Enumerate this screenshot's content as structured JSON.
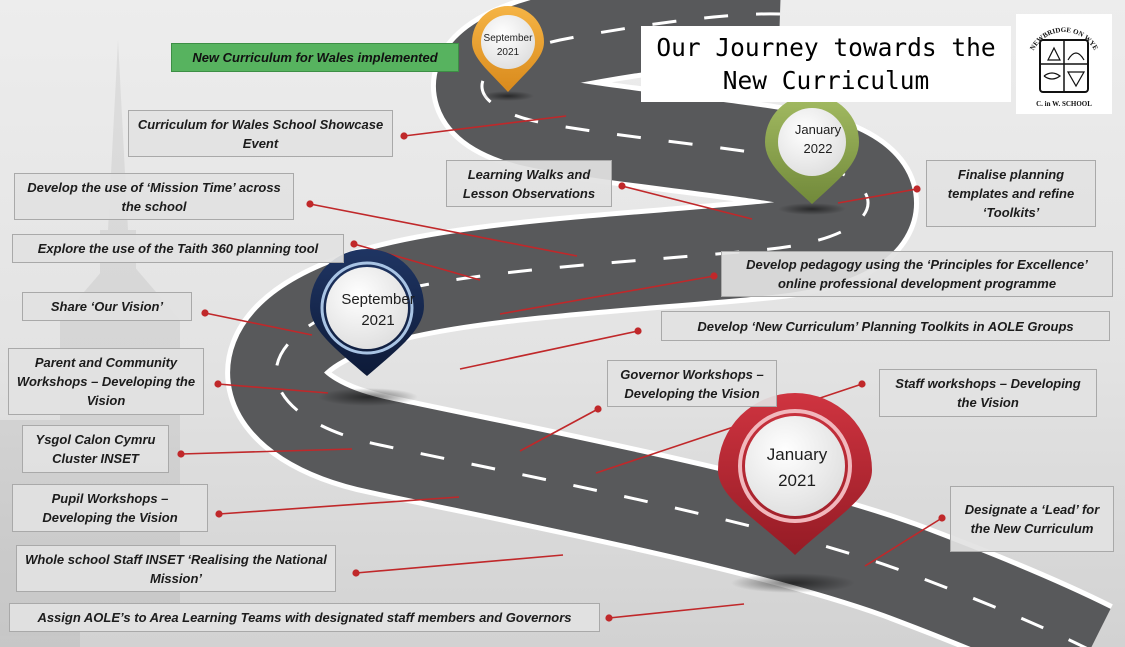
{
  "title": {
    "line1": "Our Journey towards the",
    "line2": "New Curriculum"
  },
  "logo": {
    "top_text": "NEWBRIDGE ON WYE",
    "bottom_text": "C. in W. SCHOOL",
    "icon": "school-crest-icon"
  },
  "pins": [
    {
      "id": "sep2021-small",
      "month": "September",
      "year": "2021",
      "color": "#f0a330"
    },
    {
      "id": "jan2022",
      "month": "January",
      "year": "2022",
      "color": "#8fa94e"
    },
    {
      "id": "sep2021-large",
      "month": "September",
      "year": "2021",
      "color": "#13244a"
    },
    {
      "id": "jan2021",
      "month": "January",
      "year": "2021",
      "color": "#b3242f"
    }
  ],
  "milestones": [
    {
      "id": "new-curriculum-implemented",
      "text": "New Curriculum for Wales implemented"
    },
    {
      "id": "showcase-event",
      "text": "Curriculum for Wales School Showcase Event"
    },
    {
      "id": "learning-walks",
      "text": "Learning Walks and Lesson Observations"
    },
    {
      "id": "finalise-planning",
      "text": "Finalise planning templates and refine ‘Toolkits’"
    },
    {
      "id": "mission-time",
      "text": "Develop the use of ‘Mission Time’ across the school"
    },
    {
      "id": "taith-360",
      "text": "Explore the use of the Taith 360 planning tool"
    },
    {
      "id": "principles-excellence",
      "text": "Develop pedagogy using the ‘Principles for Excellence’ online professional development programme"
    },
    {
      "id": "share-vision",
      "text": "Share ‘Our Vision’"
    },
    {
      "id": "planning-toolkits",
      "text": "Develop ‘New Curriculum’ Planning Toolkits in AOLE Groups"
    },
    {
      "id": "parent-community",
      "text": "Parent and Community Workshops – Developing the Vision"
    },
    {
      "id": "governor-workshops",
      "text": "Governor Workshops – Developing the Vision"
    },
    {
      "id": "staff-workshops",
      "text": "Staff workshops – Developing the Vision"
    },
    {
      "id": "ysgol-calon",
      "text": "Ysgol Calon Cymru Cluster INSET"
    },
    {
      "id": "pupil-workshops",
      "text": "Pupil Workshops – Developing the Vision"
    },
    {
      "id": "designate-lead",
      "text": "Designate a ‘Lead’ for the New Curriculum"
    },
    {
      "id": "staff-inset",
      "text": "Whole school Staff INSET ‘Realising the National Mission’"
    },
    {
      "id": "assign-aole",
      "text": "Assign AOLE’s to Area Learning Teams with designated staff members and Governors"
    }
  ],
  "colors": {
    "road": "#5a5a5b",
    "road_edge": "#ffffff",
    "connector": "#c0282a",
    "milestone_highlight": "#57b35f"
  }
}
